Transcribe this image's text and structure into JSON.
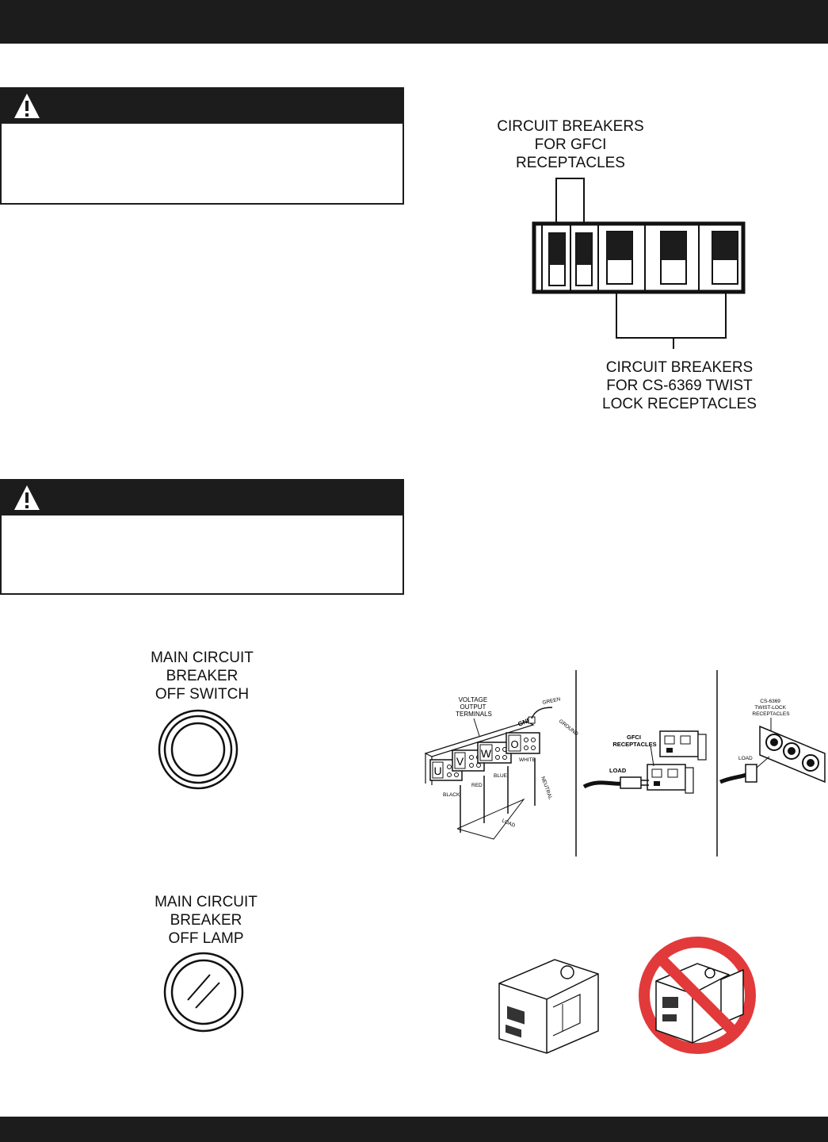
{
  "breaker_panel": {
    "label_gfci": "CIRCUIT BREAKERS\nFOR GFCI\nRECEPTACLES",
    "label_twist": "CIRCUIT BREAKERS\nFOR CS-6369 TWIST\nLOCK RECEPTACLES"
  },
  "main_switch": {
    "label": "MAIN CIRCUIT\nBREAKER\nOFF SWITCH"
  },
  "main_lamp": {
    "label": "MAIN CIRCUIT\nBREAKER\nOFF LAMP"
  },
  "wiring_diagram": {
    "voltage_output_terminals": "VOLTAGE\nOUTPUT\nTERMINALS",
    "gnd": "GND",
    "green": "GREEN",
    "ground": "GROUND",
    "u": "U",
    "v": "V",
    "w": "W",
    "o": "O",
    "black": "BLACK",
    "red": "RED",
    "blue": "BLUE",
    "white": "WHITE",
    "neutral": "NEUTRAL",
    "load": "LOAD",
    "gfci_receptacles": "GFCI\nRECEPTACLES",
    "gfci_load": "LOAD",
    "twist_lock_title": "CS-6369\nTWIST-LOCK\nRECEPTACLES",
    "twist_load": "LOAD"
  }
}
